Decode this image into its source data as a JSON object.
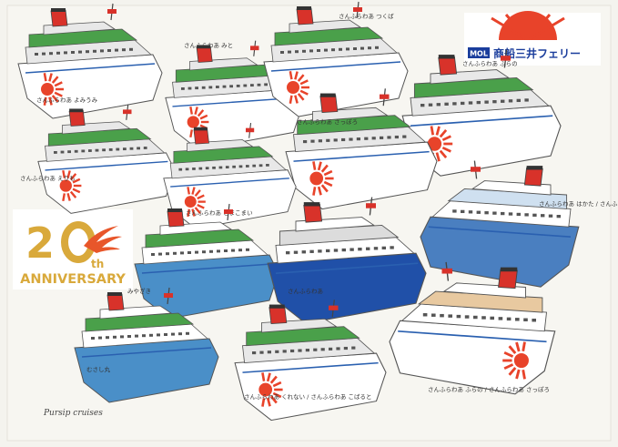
{
  "logo": {
    "mark": "MOL",
    "company": "商船三井フェリー"
  },
  "anniversary": {
    "number_a": "2",
    "number_b": "0",
    "suffix": "th",
    "word": "ANNIVERSARY"
  },
  "ships": [
    {
      "label": "さんふらわあ よみうみ",
      "hull": "#ffffff",
      "deck": "#4aa04a",
      "band": "#e8e8e8",
      "sun": true
    },
    {
      "label": "さんふらわあ みと",
      "hull": "#ffffff",
      "deck": "#4aa04a",
      "band": "#e8e8e8",
      "sun": true
    },
    {
      "label": "さんふらわあ つくば",
      "hull": "#ffffff",
      "deck": "#4aa04a",
      "band": "#e8e8e8",
      "sun": true
    },
    {
      "label": "さんふらわあ ふらの",
      "hull": "#ffffff",
      "deck": "#4aa04a",
      "band": "#e8e8e8",
      "sun": true
    },
    {
      "label": "さんふらわあ えりも",
      "hull": "#ffffff",
      "deck": "#4aa04a",
      "band": "#e8e8e8",
      "sun": true
    },
    {
      "label": "さんふらわあ さっぽろ",
      "hull": "#ffffff",
      "deck": "#4aa04a",
      "band": "#e8e8e8",
      "sun": true
    },
    {
      "label": "さんふらわあ とまこまい",
      "hull": "#ffffff",
      "deck": "#4aa04a",
      "band": "#e8e8e8",
      "sun": true
    },
    {
      "label": "さんふらわあ はかた / さんふらわあ とうきょう",
      "hull": "#4a7fc0",
      "deck": "#cfe0f0",
      "band": "#ffffff",
      "sun": false
    },
    {
      "label": "みやざき",
      "hull": "#4a8fc8",
      "deck": "#4aa04a",
      "band": "#ffffff",
      "sun": false
    },
    {
      "label": "さんふらわあ",
      "hull": "#2050a8",
      "deck": "#dcdcdc",
      "band": "#ffffff",
      "sun": false
    },
    {
      "label": "むさし丸",
      "hull": "#4a8fc8",
      "deck": "#4aa04a",
      "band": "#ffffff",
      "sun": false
    },
    {
      "label": "さんふらわあ くれない / さんふらわあ こばると",
      "hull": "#ffffff",
      "deck": "#4aa04a",
      "band": "#e8e8e8",
      "sun": true
    },
    {
      "label": "さんふらわあ ふらの / さんふらわあ さっぽろ",
      "hull": "#ffffff",
      "deck": "#e8c9a0",
      "band": "#ffffff",
      "sun": true
    }
  ],
  "signature": "Pursip cruises",
  "colors": {
    "funnel": "#d8322a",
    "sun": "#e8432a",
    "logo_blue": "#1a3d9c",
    "anniv_gold": "#d9a93b",
    "anniv_orange": "#e8562a"
  }
}
